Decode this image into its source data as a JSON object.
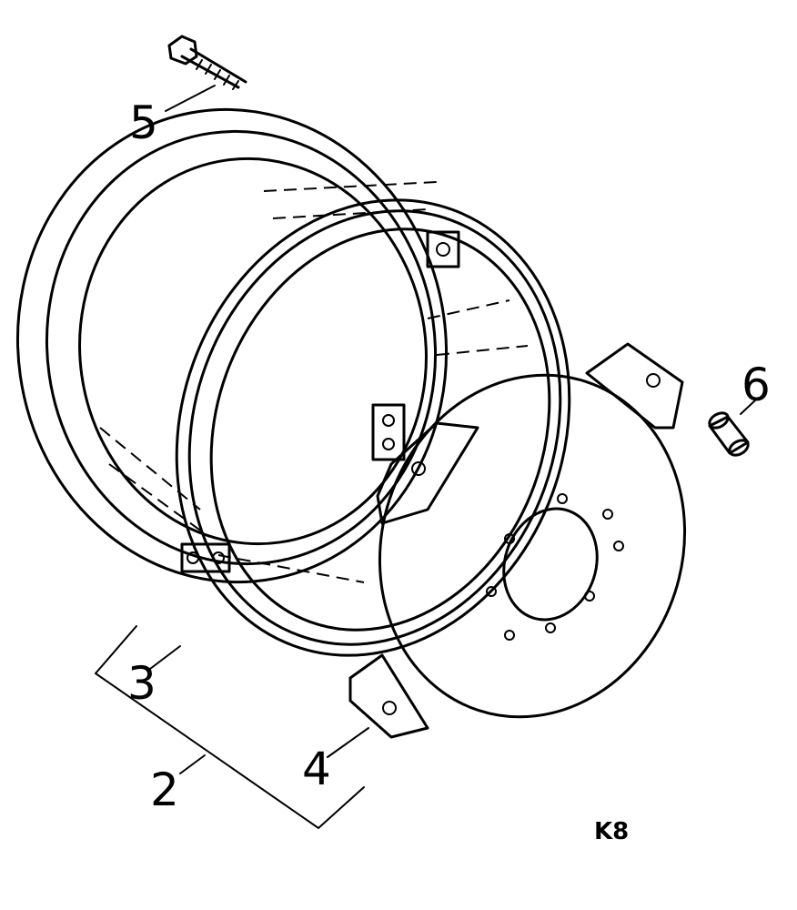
{
  "callouts": {
    "bolt": "5",
    "spacer": "6",
    "ring": "3",
    "assembly": "2",
    "center_disc": "4"
  },
  "figure_code": "K8"
}
